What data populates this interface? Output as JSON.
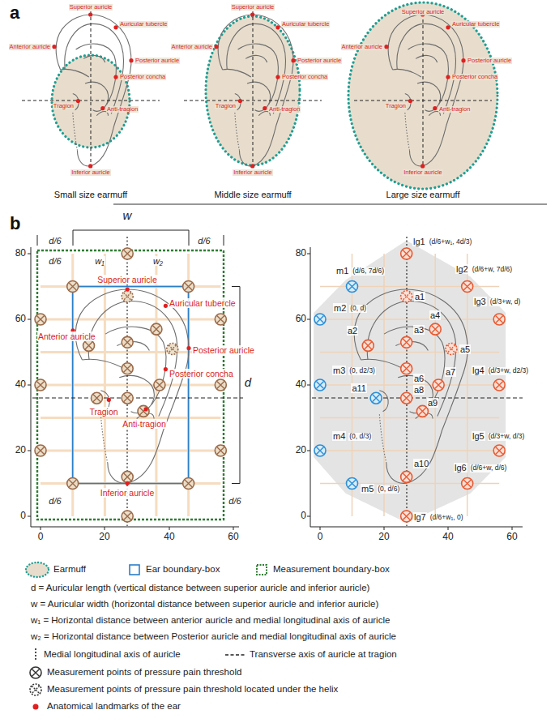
{
  "diagram": {
    "labels": [
      "a",
      "Superior auricle",
      "Auricular tubercle",
      "Anterior auricle",
      "Posterior auricle",
      "Posterior concha",
      "Tragion",
      "Anti-tragion",
      "Inferior auricle",
      "Small size earmuff",
      "Superior auricle",
      "Auricular tubercle",
      "Anterior auricle",
      "Posterior auricle",
      "Posterior concha",
      "Tragion",
      "Anti-tragion",
      "Inferior auricle",
      "Middle size earmuff",
      "Superior auricle",
      "Auricular tubercle",
      "Anterior auricle",
      "Posterior auricle",
      "Posterior concha",
      "Tragion",
      "Anti-tragion",
      "Inferior auricle",
      "Large size earmuff",
      "b",
      "w",
      "d/6",
      "d/6",
      "d/6",
      "w₁",
      "w₂",
      "d",
      "d/6",
      "d/6",
      "Superior auricle",
      "Auricular tubercle",
      "Anterior auricle",
      "Posterior auricle",
      "Posterior concha",
      "Tragion",
      "Anti-tragion",
      "Inferior auricle",
      "80",
      "60",
      "40",
      "20",
      "0",
      "0",
      "20",
      "40",
      "60",
      "lg1",
      "(d/6+w₁, 4d/3)",
      "m1",
      "(d/6, 7d/6)",
      "lg2",
      "(d/6+w, 7d/6)",
      "m2",
      "(0, d)",
      "lg3",
      "(d/3+w, d)",
      "a1",
      "a2",
      "a4",
      "a3",
      "a5",
      "a6",
      "a7",
      "a8",
      "a11",
      "m3",
      "(0, d2/3)",
      "lg4",
      "(d/3+w, d2/3)",
      "a9",
      "m4",
      "(0, d/3)",
      "lg5",
      "(d/3+w, d/3)",
      "a10",
      "lg6",
      "(d/6+w, d/6)",
      "m5",
      "(0, d/6)",
      "lg7",
      "(d/6+w₁, 0)",
      "80",
      "60",
      "40",
      "20",
      "0",
      "0",
      "20",
      "40",
      "60"
    ],
    "legend": [
      {
        "text": "Earmuff"
      },
      {
        "text": "Ear boundary-box"
      },
      {
        "text": "Measurement boundary-box"
      },
      {
        "text": "d = Auricular length (vertical distance between superior auricle and inferior auricle)"
      },
      {
        "text": "w = Auricular width (horizontal distance between superior auricle and inferior auricle)"
      },
      {
        "text": "w₁ = Horizontal distance between anterior auricle and medial longitudinal axis of auricle"
      },
      {
        "text": "w₂ = Horizontal distance between Posterior auricle and medial longitudinal axis of auricle"
      },
      {
        "text": "Medial longitudinal axis of auricle"
      },
      {
        "text": "Transverse axis of auricle at tragion"
      },
      {
        "text": "Measurement points of pressure pain threshold"
      },
      {
        "text": "Measurement points of pressure pain threshold located under the helix"
      },
      {
        "text": "Anatomical landmarks of the ear"
      }
    ]
  }
}
